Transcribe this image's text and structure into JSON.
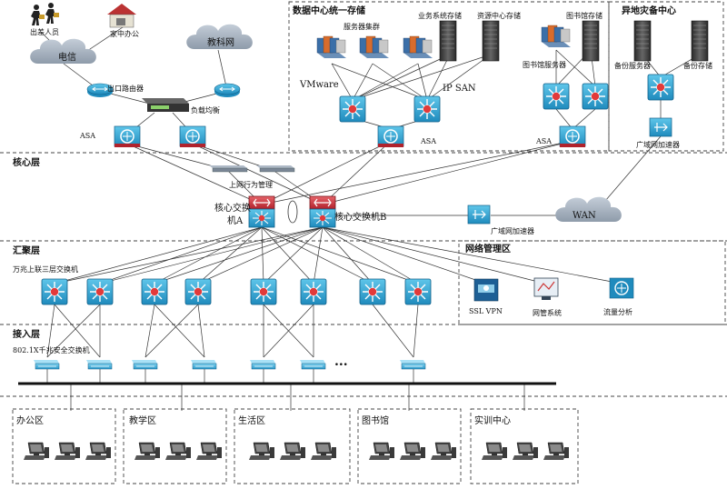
{
  "regions": {
    "datacenter": "数据中心统一存储",
    "disaster": "异地灾备中心",
    "core": "核心层",
    "aggregation": "汇聚层",
    "access": "接入层",
    "netmgmt": "网络管理区"
  },
  "internet": {
    "travelers": "出差人员",
    "home_office": "家中办公",
    "telecom": "电信",
    "edu_net": "教科网",
    "egress_router": "出口路由器",
    "load_balance": "负载均衡",
    "asa": "ASA"
  },
  "datacenter": {
    "server_cluster": "服务器集群",
    "vmware": "VMware",
    "business_storage": "业务系统存储",
    "resource_storage": "资源中心存储",
    "library_storage": "图书馆存储",
    "library_servers": "图书馆服务器",
    "ip_san": "IP SAN",
    "asa_center": "ASA",
    "asa_right": "ASA"
  },
  "disaster": {
    "backup_servers": "备份服务器",
    "backup_storage": "备份存储",
    "wan_accelerator": "广域网加速器"
  },
  "core": {
    "behavior_mgmt": "上网行为管理",
    "switch_a_line1": "核心交换",
    "switch_a_line2": "机A",
    "switch_b": "核心交换机B",
    "wan_accelerator": "广域网加速器",
    "wan": "WAN"
  },
  "aggregation": {
    "switch_label": "万兆上联三层交换机"
  },
  "netmgmt": {
    "ssl_vpn": "SSL VPN",
    "nms": "网管系统",
    "traffic": "流量分析"
  },
  "access": {
    "switch_label": "802.1X千兆安全交换机",
    "ellipsis": "..."
  },
  "areas": [
    "办公区",
    "教学区",
    "生活区",
    "图书馆",
    "实训中心"
  ]
}
